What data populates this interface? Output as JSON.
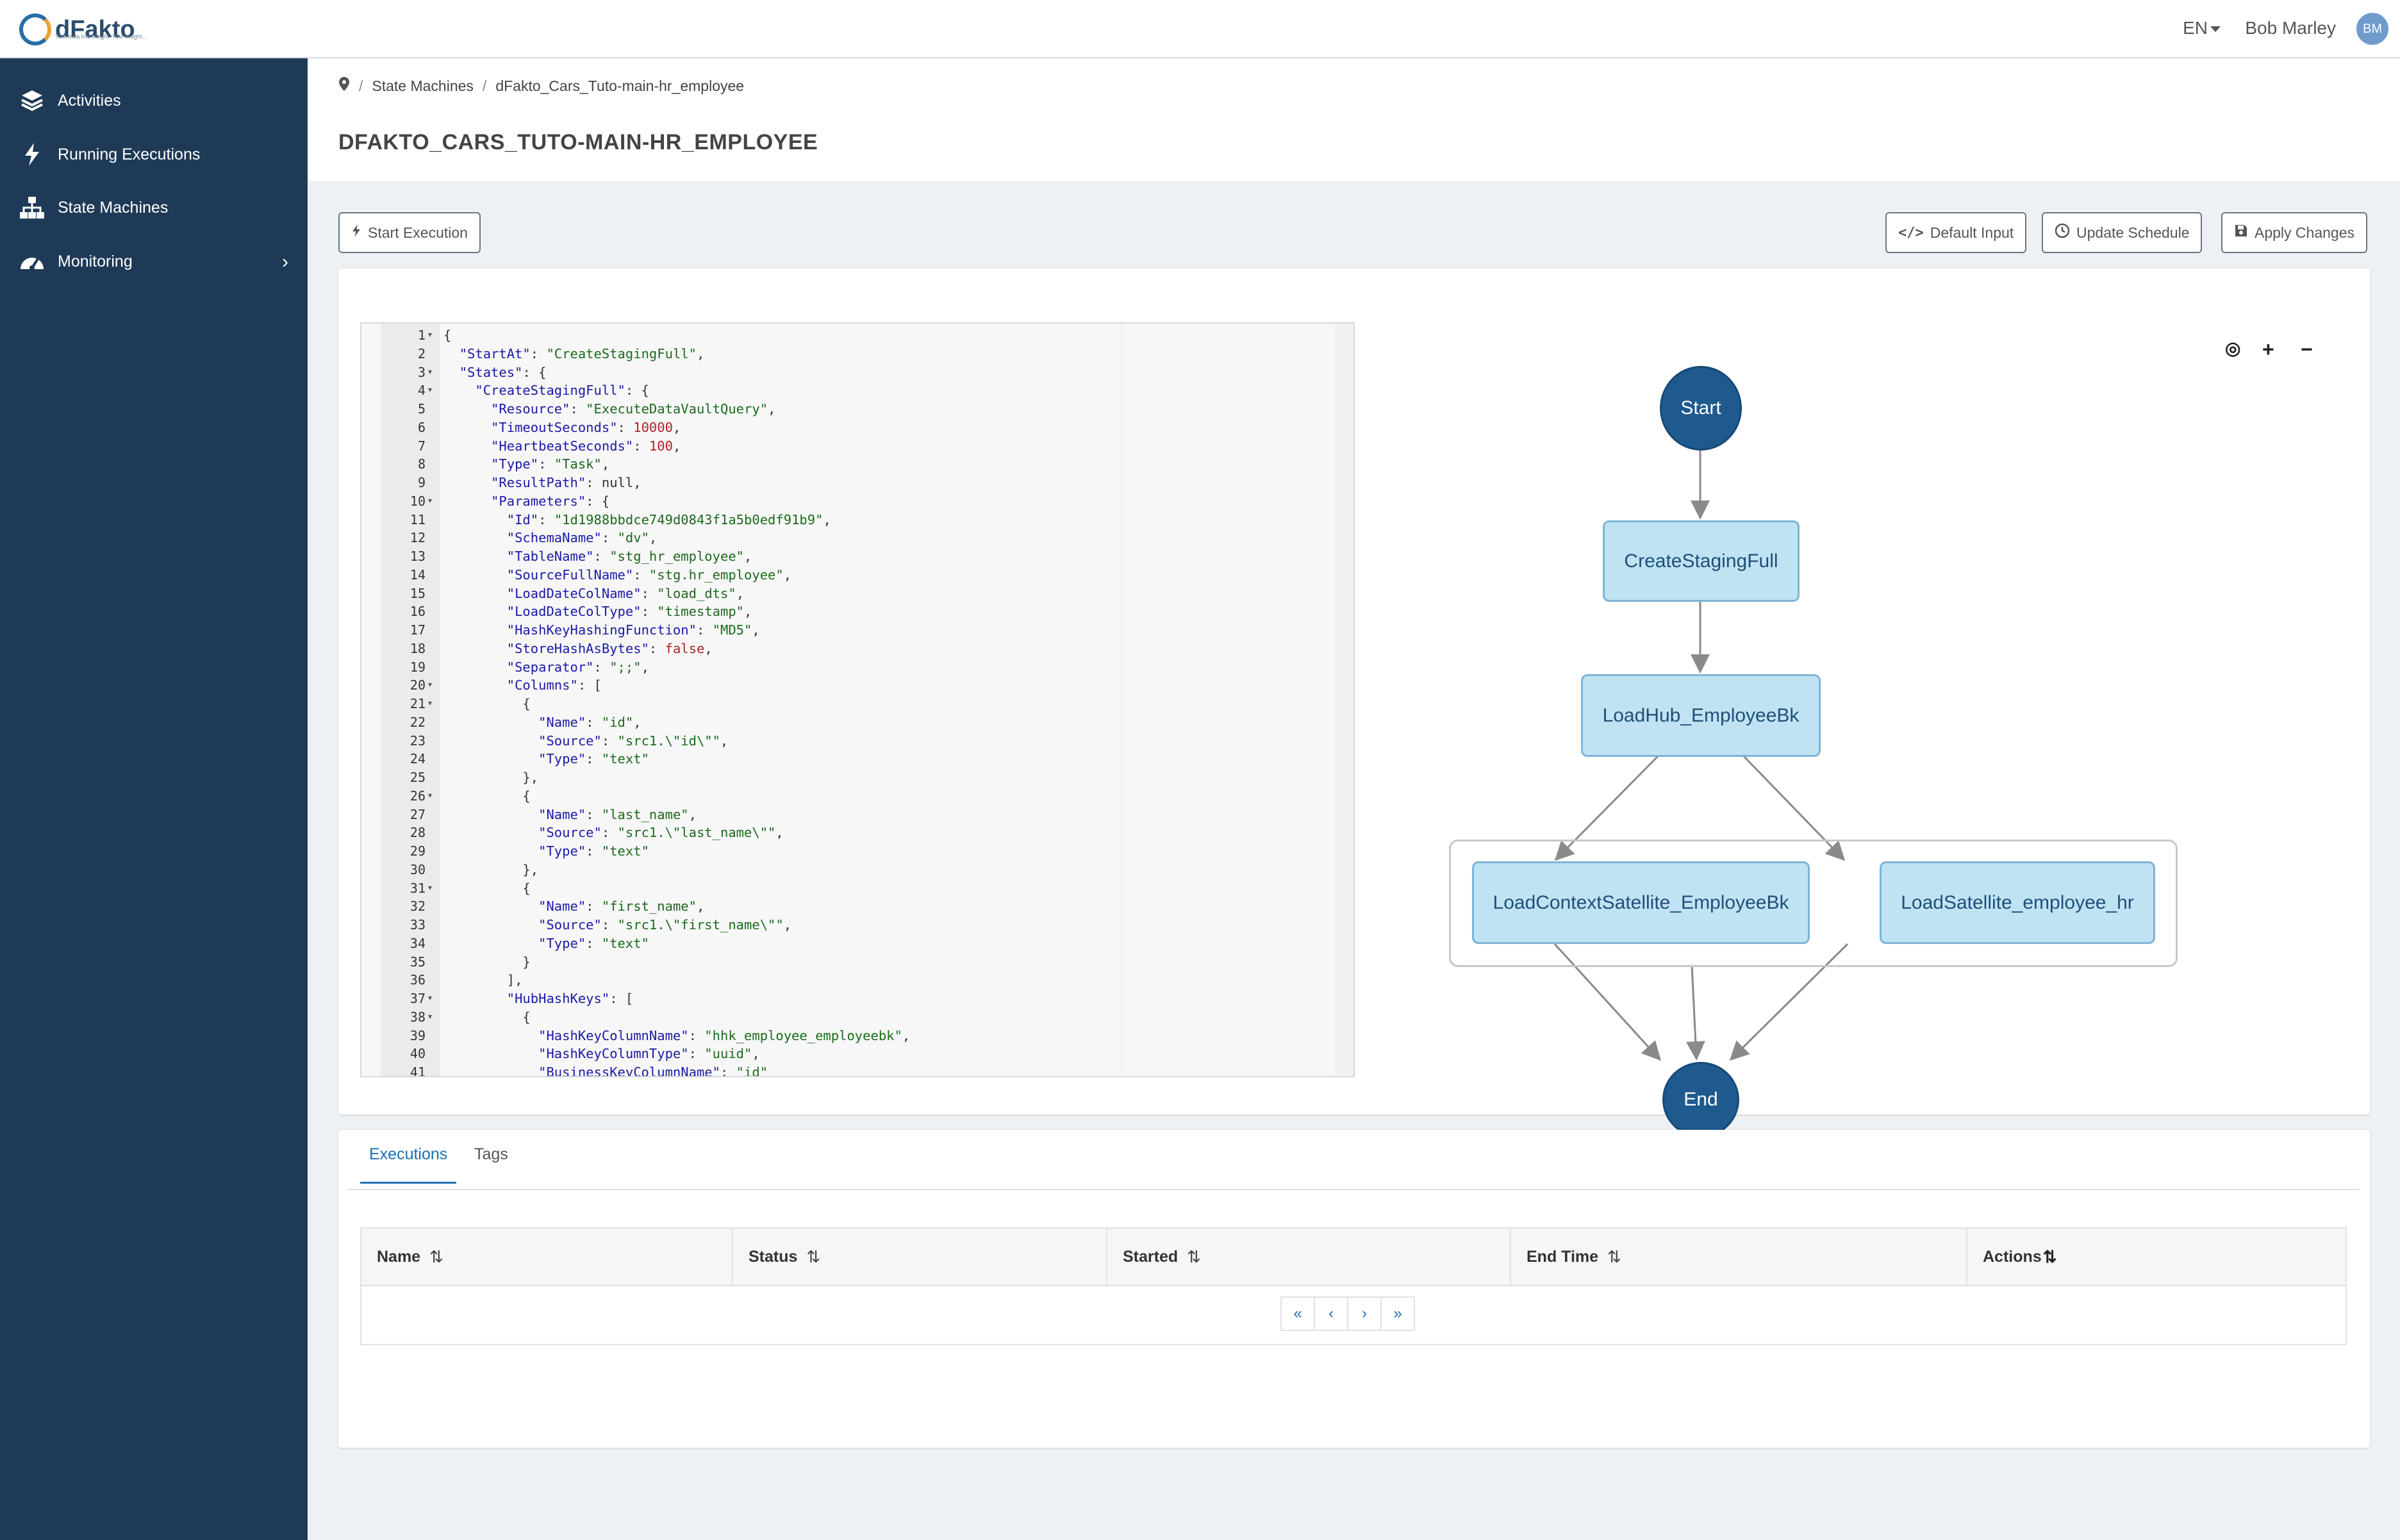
{
  "app": {
    "name": "dFakto",
    "tagline": "Your data into insight. Your insight..."
  },
  "topbar": {
    "language": "EN",
    "user_name": "Bob Marley",
    "user_initials": "BM"
  },
  "sidebar": {
    "items": [
      {
        "label": "Activities",
        "icon": "layers-icon"
      },
      {
        "label": "Running Executions",
        "icon": "bolt-icon"
      },
      {
        "label": "State Machines",
        "icon": "sitemap-icon"
      },
      {
        "label": "Monitoring",
        "icon": "dashboard-icon"
      }
    ]
  },
  "breadcrumb": {
    "items": [
      "State Machines",
      "dFakto_Cars_Tuto-main-hr_employee"
    ]
  },
  "page": {
    "title": "DFAKTO_CARS_TUTO-MAIN-HR_EMPLOYEE"
  },
  "toolbar": {
    "start_execution": "Start Execution",
    "default_input": "Default Input",
    "update_schedule": "Update Schedule",
    "apply_changes": "Apply Changes"
  },
  "editor": {
    "lines": [
      "{",
      "  \"StartAt\": \"CreateStagingFull\",",
      "  \"States\": {",
      "    \"CreateStagingFull\": {",
      "      \"Resource\": \"ExecuteDataVaultQuery\",",
      "      \"TimeoutSeconds\": 10000,",
      "      \"HeartbeatSeconds\": 100,",
      "      \"Type\": \"Task\",",
      "      \"ResultPath\": null,",
      "      \"Parameters\": {",
      "        \"Id\": \"1d1988bbdce749d0843f1a5b0edf91b9\",",
      "        \"SchemaName\": \"dv\",",
      "        \"TableName\": \"stg_hr_employee\",",
      "        \"SourceFullName\": \"stg.hr_employee\",",
      "        \"LoadDateColName\": \"load_dts\",",
      "        \"LoadDateColType\": \"timestamp\",",
      "        \"HashKeyHashingFunction\": \"MD5\",",
      "        \"StoreHashAsBytes\": false,",
      "        \"Separator\": \";;\",",
      "        \"Columns\": [",
      "          {",
      "            \"Name\": \"id\",",
      "            \"Source\": \"src1.\\\"id\\\"\",",
      "            \"Type\": \"text\"",
      "          },",
      "          {",
      "            \"Name\": \"last_name\",",
      "            \"Source\": \"src1.\\\"last_name\\\"\",",
      "            \"Type\": \"text\"",
      "          },",
      "          {",
      "            \"Name\": \"first_name\",",
      "            \"Source\": \"src1.\\\"first_name\\\"\",",
      "            \"Type\": \"text\"",
      "          }",
      "        ],",
      "        \"HubHashKeys\": [",
      "          {",
      "            \"HashKeyColumnName\": \"hhk_employee_employeebk\",",
      "            \"HashKeyColumnType\": \"uuid\",",
      "            \"BusinessKeyColumnName\": \"id\""
    ],
    "fold_lines": [
      1,
      3,
      4,
      10,
      20,
      21,
      26,
      31,
      37,
      38
    ]
  },
  "graph": {
    "start": "Start",
    "end": "End",
    "nodes": [
      "CreateStagingFull",
      "LoadHub_EmployeeBk",
      "LoadContextSatellite_EmployeeBk",
      "LoadSatellite_employee_hr"
    ],
    "controls": [
      "◎",
      "+",
      "−"
    ]
  },
  "tabs": [
    "Executions",
    "Tags"
  ],
  "table": {
    "columns": [
      "Name",
      "Status",
      "Started",
      "End Time",
      "Actions"
    ]
  },
  "pager": [
    "«",
    "‹",
    "›",
    "»"
  ]
}
